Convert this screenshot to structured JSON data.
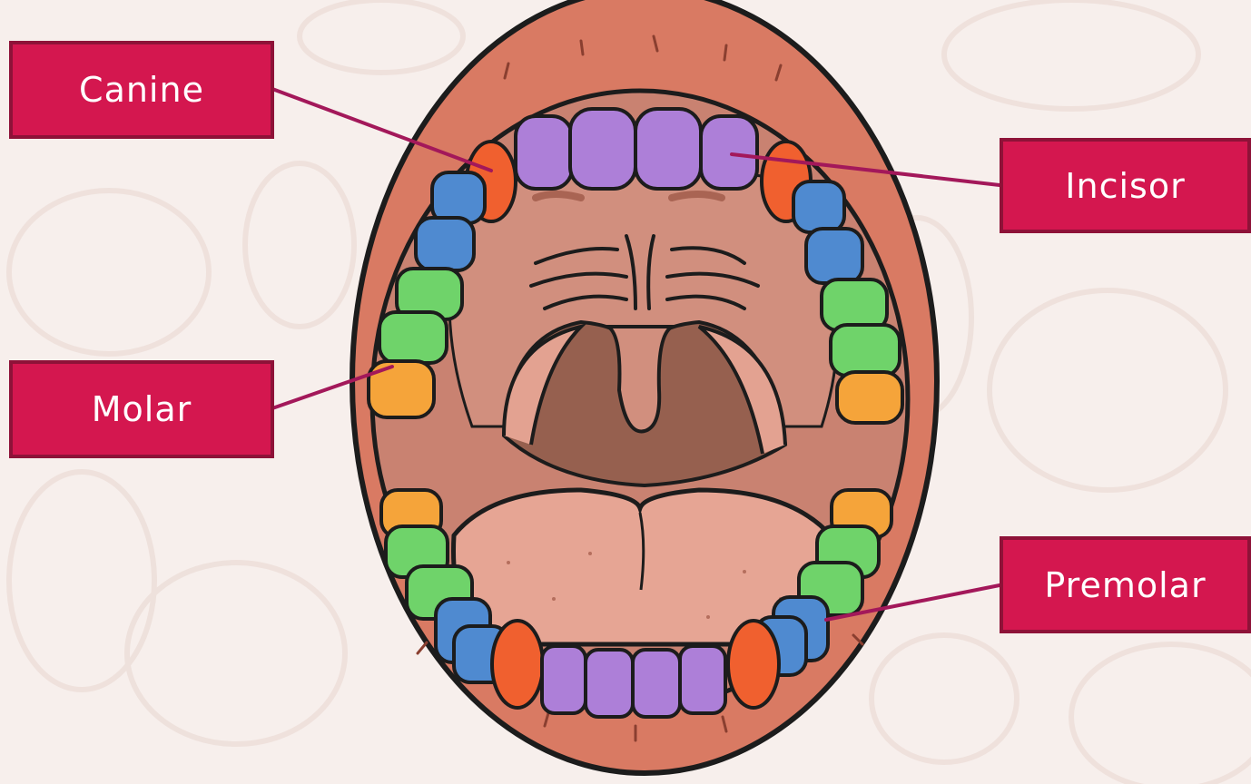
{
  "labels": {
    "canine": "Canine",
    "incisor": "Incisor",
    "molar": "Molar",
    "premolar": "Premolar"
  },
  "colors": {
    "label_box": "#d4174f",
    "label_border": "#8e1238",
    "leader_line": "#a3185a",
    "incisor": "#ad7fd8",
    "canine": "#f0602f",
    "premolar": "#4f8ad0",
    "molar": "#6fd36a",
    "wisdom": "#f5a43a",
    "lips": "#d97a63",
    "mouth_inside": "#c98271",
    "throat": "#96604f",
    "tongue": "#e6a594",
    "outline": "#1c1c1c",
    "background": "#f7efec"
  }
}
